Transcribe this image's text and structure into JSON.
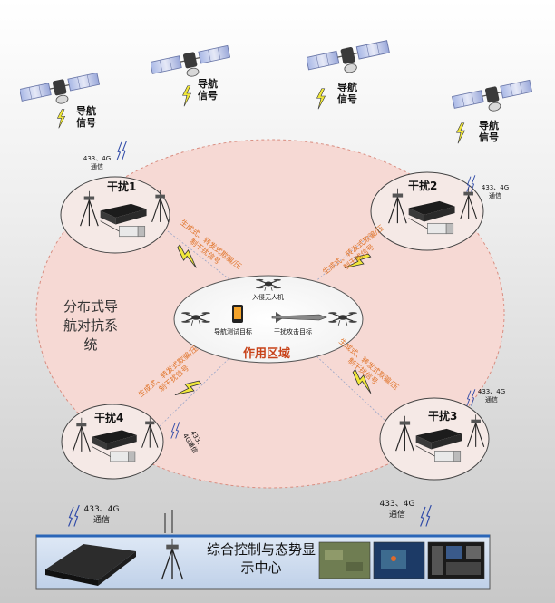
{
  "satellites": [
    {
      "label": "导航信号"
    },
    {
      "label": "导航信号"
    },
    {
      "label": "导航信号"
    },
    {
      "label": "导航信号"
    }
  ],
  "system_name": "分布式导航对抗系统",
  "jammers": [
    {
      "title": "干扰1",
      "comm": "433、4G通信"
    },
    {
      "title": "干扰2",
      "comm": "433、4G通信"
    },
    {
      "title": "干扰3",
      "comm": "433、4G通信"
    },
    {
      "title": "干扰4",
      "comm": "433、4G通信"
    }
  ],
  "jamming_signal_text": "生成式、转发式欺骗/压制干扰信号",
  "center": {
    "title": "作用区域",
    "targets": [
      "入侵无人机",
      "导航测试目标",
      "干扰攻击目标"
    ]
  },
  "bottom": {
    "comm_left": "433、4G通信",
    "comm_right": "433、4G通信",
    "control_center": "综合控制与态势显示中心"
  },
  "colors": {
    "zone_fill": "#f6d9d4",
    "zone_border": "#d98d80",
    "signal_text": "#e0742a",
    "area_title": "#c8431a",
    "base_bar": "#2a66b8"
  }
}
